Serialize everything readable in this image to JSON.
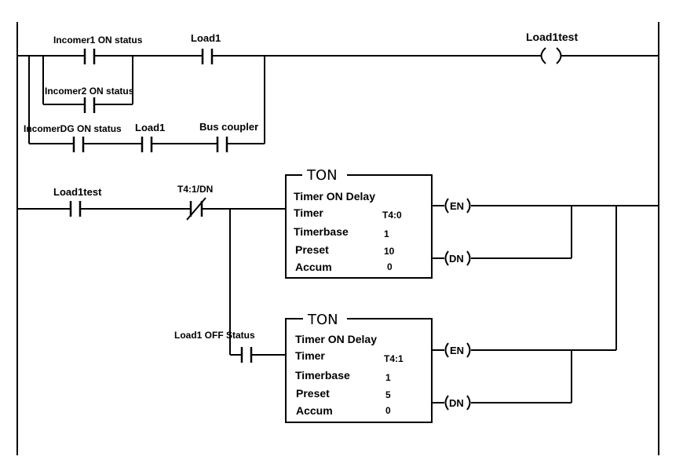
{
  "rung1": {
    "contact_incomer1": "Incomer1 ON status",
    "contact_load1": "Load1",
    "contact_incomer2": "Incomer2 ON status",
    "contact_incomerdg": "IncomerDG ON status",
    "contact_load1_b": "Load1",
    "contact_bus_coupler": "Bus coupler",
    "coil_output": "Load1test"
  },
  "rung2": {
    "contact_load1test": "Load1test",
    "contact_t41dn": "T4:1/DN",
    "contact_load1_off": "Load1 OFF Status",
    "timer1": {
      "title": "TON",
      "header": "Timer ON Delay",
      "timer_label": "Timer",
      "timer_value": "T4:0",
      "timebase_label": "Timerbase",
      "timebase_value": "1",
      "preset_label": "Preset",
      "preset_value": "10",
      "accum_label": "Accum",
      "accum_value": "0",
      "en_label": "EN",
      "dn_label": "DN"
    },
    "timer2": {
      "title": "TON",
      "header": "Timer ON Delay",
      "timer_label": "Timer",
      "timer_value": "T4:1",
      "timebase_label": "Timerbase",
      "timebase_value": "1",
      "preset_label": "Preset",
      "preset_value": "5",
      "accum_label": "Accum",
      "accum_value": "0",
      "en_label": "EN",
      "dn_label": "DN"
    }
  }
}
